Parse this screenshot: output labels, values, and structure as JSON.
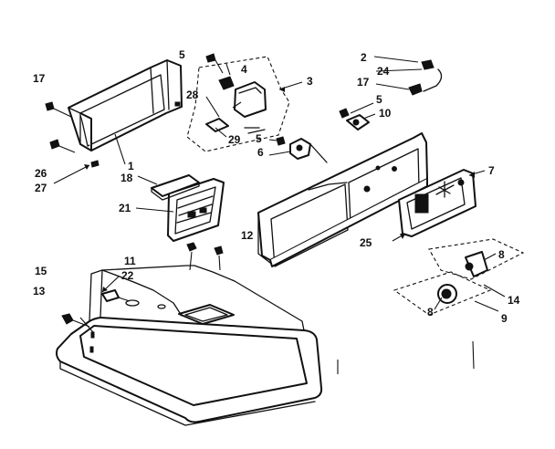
{
  "diagram": {
    "callouts": {
      "c2": "2",
      "c3": "3",
      "c4": "4",
      "c5a": "5",
      "c5b": "5",
      "c5c": "5",
      "c6": "6",
      "c7": "7",
      "c8a": "8",
      "c8b": "8",
      "c9": "9",
      "c10": "10",
      "c11": "11",
      "c12": "12",
      "c13": "13",
      "c14": "14",
      "c15": "15",
      "c17a": "17",
      "c17b": "17",
      "c18": "18",
      "c21": "21",
      "c22": "22",
      "c24": "24",
      "c25": "25",
      "c26": "26",
      "c27": "27",
      "c28": "28",
      "c29": "29",
      "c1": "1"
    }
  }
}
